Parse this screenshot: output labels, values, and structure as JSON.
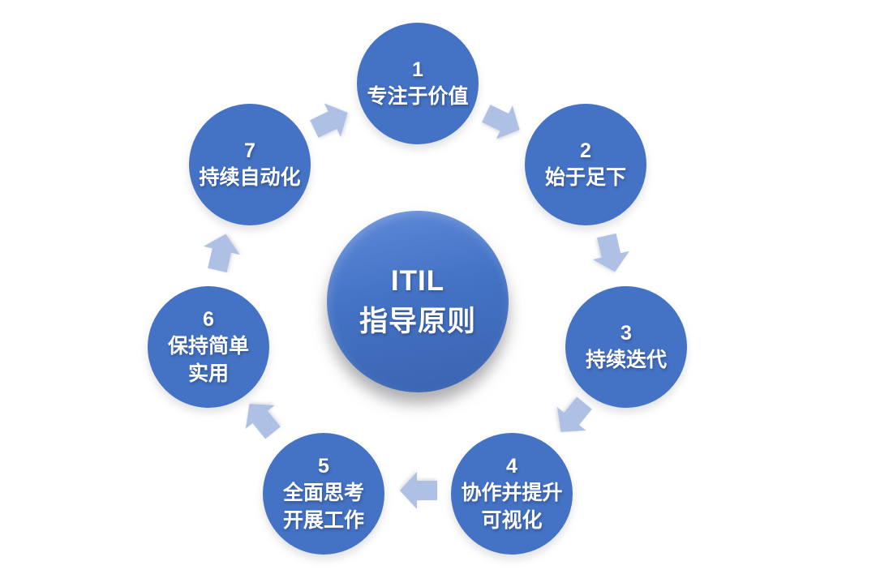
{
  "diagram": {
    "center": {
      "line1": "ITIL",
      "line2": "指导原则"
    },
    "principles": [
      {
        "number": "1",
        "line1": "专注于价值",
        "line2": ""
      },
      {
        "number": "2",
        "line1": "始于足下",
        "line2": ""
      },
      {
        "number": "3",
        "line1": "持续迭代",
        "line2": ""
      },
      {
        "number": "4",
        "line1": "协作并提升",
        "line2": "可视化"
      },
      {
        "number": "5",
        "line1": "全面思考",
        "line2": "开展工作"
      },
      {
        "number": "6",
        "line1": "保持简单",
        "line2": "实用"
      },
      {
        "number": "7",
        "line1": "持续自动化",
        "line2": ""
      }
    ],
    "flow_direction": "clockwise",
    "colors": {
      "node_fill": "#4472C4",
      "center_gradient_start": "#5F8AD9",
      "center_gradient_end": "#3B64B0",
      "arrow_fill": "#AEC1E5",
      "text": "#FFFFFF",
      "background": "#FFFFFF"
    }
  }
}
